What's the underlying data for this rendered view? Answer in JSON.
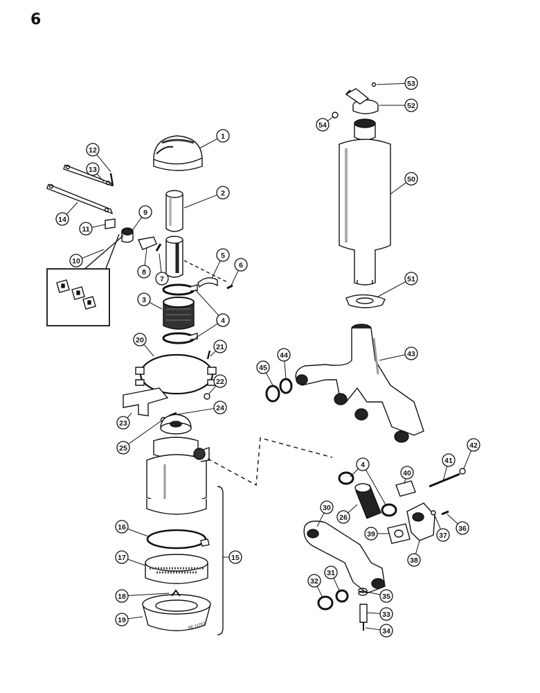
{
  "page": {
    "number": "6"
  },
  "colors": {
    "ink": "#111111",
    "paper": "#ffffff",
    "shade": "#555555"
  },
  "callouts": [
    {
      "id": "c1",
      "label": "1"
    },
    {
      "id": "c2",
      "label": "2"
    },
    {
      "id": "c3",
      "label": "3"
    },
    {
      "id": "c4a",
      "label": "4"
    },
    {
      "id": "c4b",
      "label": "4"
    },
    {
      "id": "c5",
      "label": "5"
    },
    {
      "id": "c6",
      "label": "6"
    },
    {
      "id": "c7",
      "label": "7"
    },
    {
      "id": "c8",
      "label": "8"
    },
    {
      "id": "c9",
      "label": "9"
    },
    {
      "id": "c10",
      "label": "10"
    },
    {
      "id": "c11",
      "label": "11"
    },
    {
      "id": "c12",
      "label": "12"
    },
    {
      "id": "c13",
      "label": "13"
    },
    {
      "id": "c14",
      "label": "14"
    },
    {
      "id": "c15",
      "label": "15"
    },
    {
      "id": "c16",
      "label": "16"
    },
    {
      "id": "c17",
      "label": "17"
    },
    {
      "id": "c18",
      "label": "18"
    },
    {
      "id": "c19",
      "label": "19"
    },
    {
      "id": "c20",
      "label": "20"
    },
    {
      "id": "c21",
      "label": "21"
    },
    {
      "id": "c22",
      "label": "22"
    },
    {
      "id": "c23",
      "label": "23"
    },
    {
      "id": "c24",
      "label": "24"
    },
    {
      "id": "c25",
      "label": "25"
    },
    {
      "id": "c26",
      "label": "26"
    },
    {
      "id": "c30",
      "label": "30"
    },
    {
      "id": "c31",
      "label": "31"
    },
    {
      "id": "c32",
      "label": "32"
    },
    {
      "id": "c33",
      "label": "33"
    },
    {
      "id": "c34",
      "label": "34"
    },
    {
      "id": "c35",
      "label": "35"
    },
    {
      "id": "c36",
      "label": "36"
    },
    {
      "id": "c37",
      "label": "37"
    },
    {
      "id": "c38",
      "label": "38"
    },
    {
      "id": "c39",
      "label": "39"
    },
    {
      "id": "c40",
      "label": "40"
    },
    {
      "id": "c41",
      "label": "41"
    },
    {
      "id": "c42",
      "label": "42"
    },
    {
      "id": "c43",
      "label": "43"
    },
    {
      "id": "c44",
      "label": "44"
    },
    {
      "id": "c45",
      "label": "45"
    },
    {
      "id": "c4c",
      "label": "4"
    },
    {
      "id": "c50",
      "label": "50"
    },
    {
      "id": "c51",
      "label": "51"
    },
    {
      "id": "c52",
      "label": "52"
    },
    {
      "id": "c53",
      "label": "53"
    },
    {
      "id": "c54",
      "label": "54"
    }
  ],
  "labels": {
    "stamp": "SE 11757"
  }
}
